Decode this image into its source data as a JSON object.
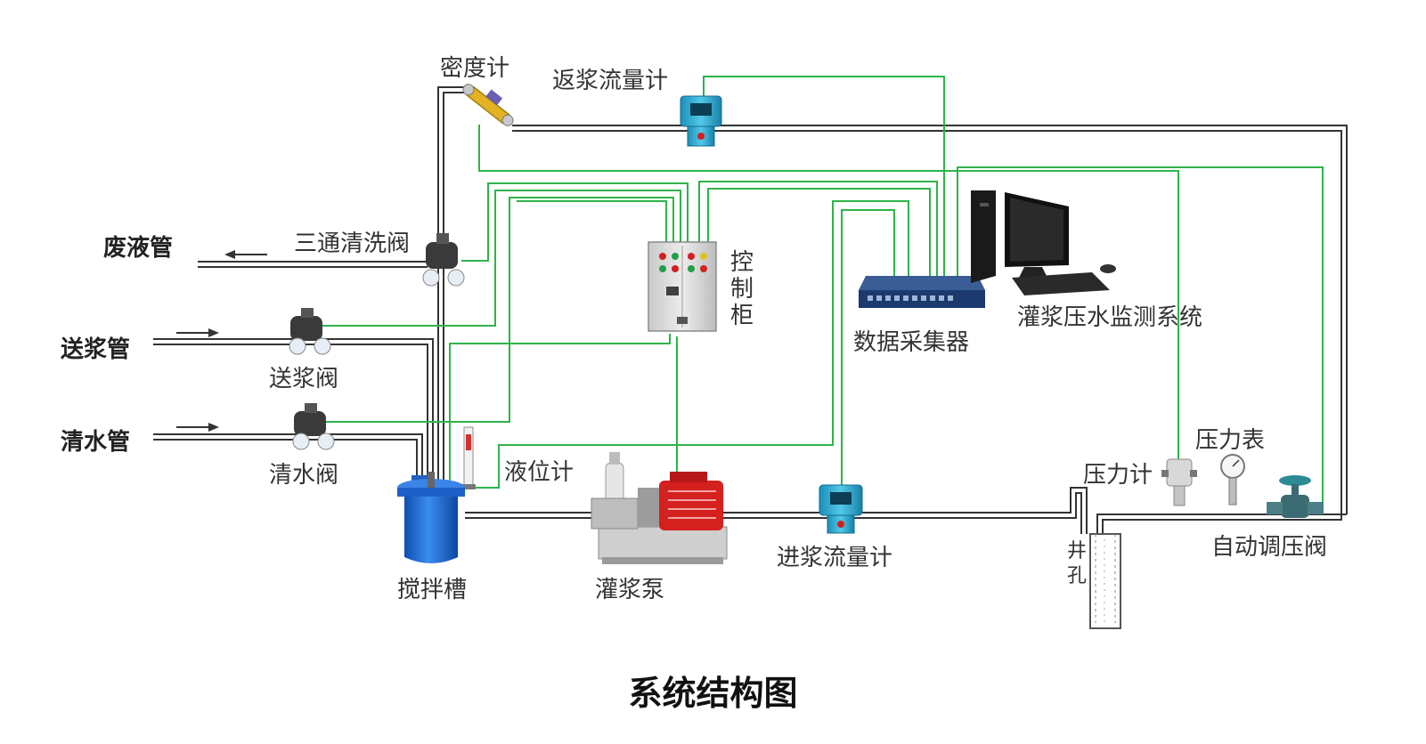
{
  "title": "系统结构图",
  "labels": {
    "waste_pipe": "废液管",
    "slurry_pipe": "送浆管",
    "water_pipe": "清水管",
    "three_way_valve": "三通清洗阀",
    "slurry_valve": "送浆阀",
    "water_valve": "清水阀",
    "density_meter": "密度计",
    "return_flowmeter": "返浆流量计",
    "control_cabinet": "控制柜",
    "data_collector": "数据采集器",
    "monitor_system": "灌浆压水监测系统",
    "level_meter": "液位计",
    "mixing_tank": "搅拌槽",
    "grout_pump": "灌浆泵",
    "inlet_flowmeter": "进浆流量计",
    "pressure_sensor": "压力计",
    "pressure_gauge": "压力表",
    "auto_valve": "自动调压阀",
    "borehole": "井孔"
  },
  "colors": {
    "pipe": "#333333",
    "signal": "#2fb34a",
    "flowmeter": "#2aa7c9",
    "tank": "#1f6fd6",
    "pump": "#d4201f",
    "cabinet": "#d8d8d8",
    "collector": "#1c3a6e"
  },
  "icons": [
    "arrow-left-icon",
    "arrow-right-icon",
    "valve-icon",
    "flowmeter-icon",
    "density-meter-icon",
    "cabinet-icon",
    "collector-icon",
    "computer-icon",
    "tank-icon",
    "pump-icon",
    "pressure-gauge-icon",
    "pressure-sensor-icon",
    "control-valve-icon",
    "level-meter-icon",
    "borehole-icon"
  ]
}
